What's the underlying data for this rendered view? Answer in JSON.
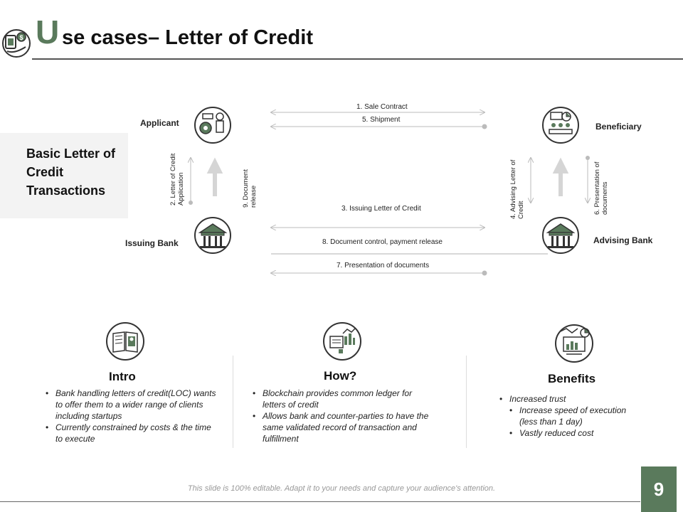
{
  "header": {
    "title_first_letter": "U",
    "title_rest": "se cases– Letter of Credit"
  },
  "left_panel": {
    "text": "Basic Letter of Credit Transactions"
  },
  "parties": {
    "applicant": "Applicant",
    "beneficiary": "Beneficiary",
    "issuing_bank": "Issuing Bank",
    "advising_bank": "Advising Bank"
  },
  "flows": {
    "sale_contract": "1.  Sale Contract",
    "shipment": "5.    Shipment",
    "issuing_loc": "3.    Issuing Letter of  Credit",
    "doc_control": "8.    Document control, payment release",
    "presentation_banks": "7.    Presentation of documents",
    "loc_application": "2.    Letter of Credit Application",
    "document_release": "9.    Document release",
    "advising_loc": "4.    Advising Letter of Credit",
    "presentation_docs": "6.    Presentation of documents"
  },
  "sections": {
    "intro": {
      "title": "Intro",
      "bullets": [
        "Bank handling letters of credit(LOC) wants to offer them to a wider range of clients including startups",
        "Currently  constrained by costs & the time to execute"
      ]
    },
    "how": {
      "title": "How?",
      "bullets": [
        "Blockchain provides  common ledger  for letters of credit",
        "Allows bank and counter-parties  to have the same validated record of transaction and fulfillment"
      ]
    },
    "benefits": {
      "title": "Benefits",
      "bullets": [
        "Increased trust",
        "Increase speed of execution (less than 1 day)",
        "Vastly reduced cost"
      ]
    }
  },
  "footer": {
    "text": "This slide is 100% editable. Adapt it to your needs and capture your audience's attention.",
    "page_number": "9"
  },
  "colors": {
    "accent": "#5a7a5c",
    "line": "#cccccc",
    "text": "#111111"
  }
}
